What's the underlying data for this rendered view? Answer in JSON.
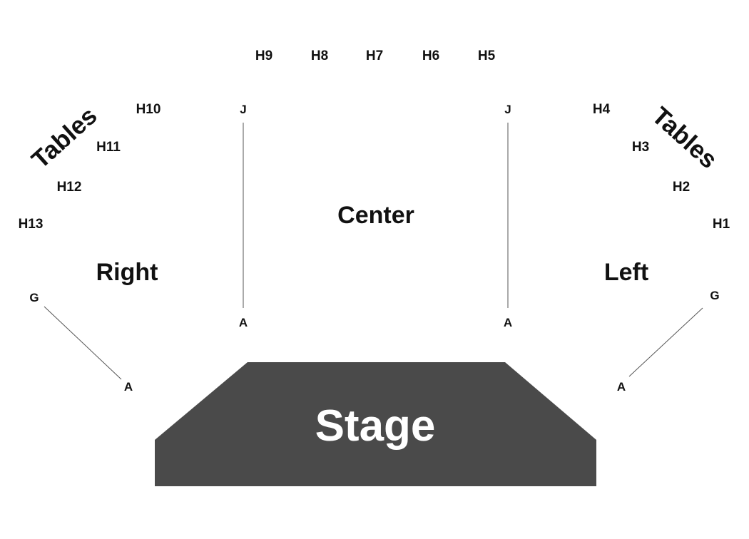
{
  "colors": {
    "stage_fill": "#4a4a4a",
    "stage_text": "#ffffff",
    "label_text": "#111111",
    "aisle_line": "#555555"
  },
  "stage": {
    "label": "Stage"
  },
  "sections": {
    "center": "Center",
    "right": "Right",
    "left": "Left"
  },
  "table_areas": {
    "left_side": "Tables",
    "right_side": "Tables"
  },
  "tables": [
    "H1",
    "H2",
    "H3",
    "H4",
    "H5",
    "H6",
    "H7",
    "H8",
    "H9",
    "H10",
    "H11",
    "H12",
    "H13"
  ],
  "rows": {
    "right_front": "A",
    "right_back": "G",
    "center_left_front": "A",
    "center_left_back": "J",
    "center_right_front": "A",
    "center_right_back": "J",
    "left_front": "A",
    "left_back": "G"
  }
}
